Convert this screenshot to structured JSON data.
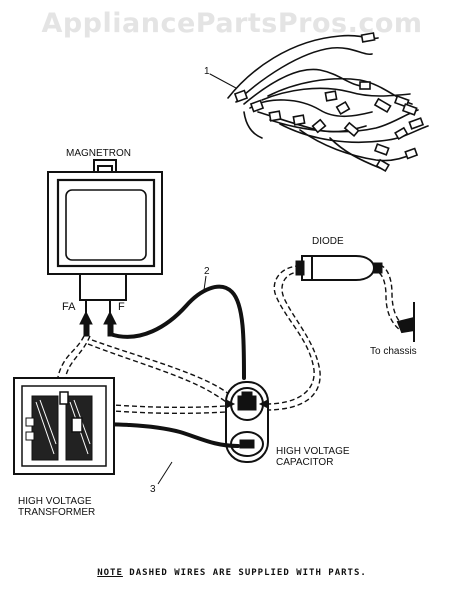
{
  "watermark": "AppliancePartsPros.com",
  "labels": {
    "magnetron": "MAGNETRON",
    "fa": "FA",
    "f": "F",
    "diode": "DIODE",
    "to_chassis": "To chassis",
    "capacitor_line1": "HIGH VOLTAGE",
    "capacitor_line2": "CAPACITOR",
    "transformer_line1": "HIGH VOLTAGE",
    "transformer_line2": "TRANSFORMER"
  },
  "callouts": {
    "one": "1",
    "two": "2",
    "three": "3"
  },
  "note": {
    "prefix": "NOTE",
    "text": " DASHED WIRES ARE SUPPLIED WITH PARTS."
  }
}
